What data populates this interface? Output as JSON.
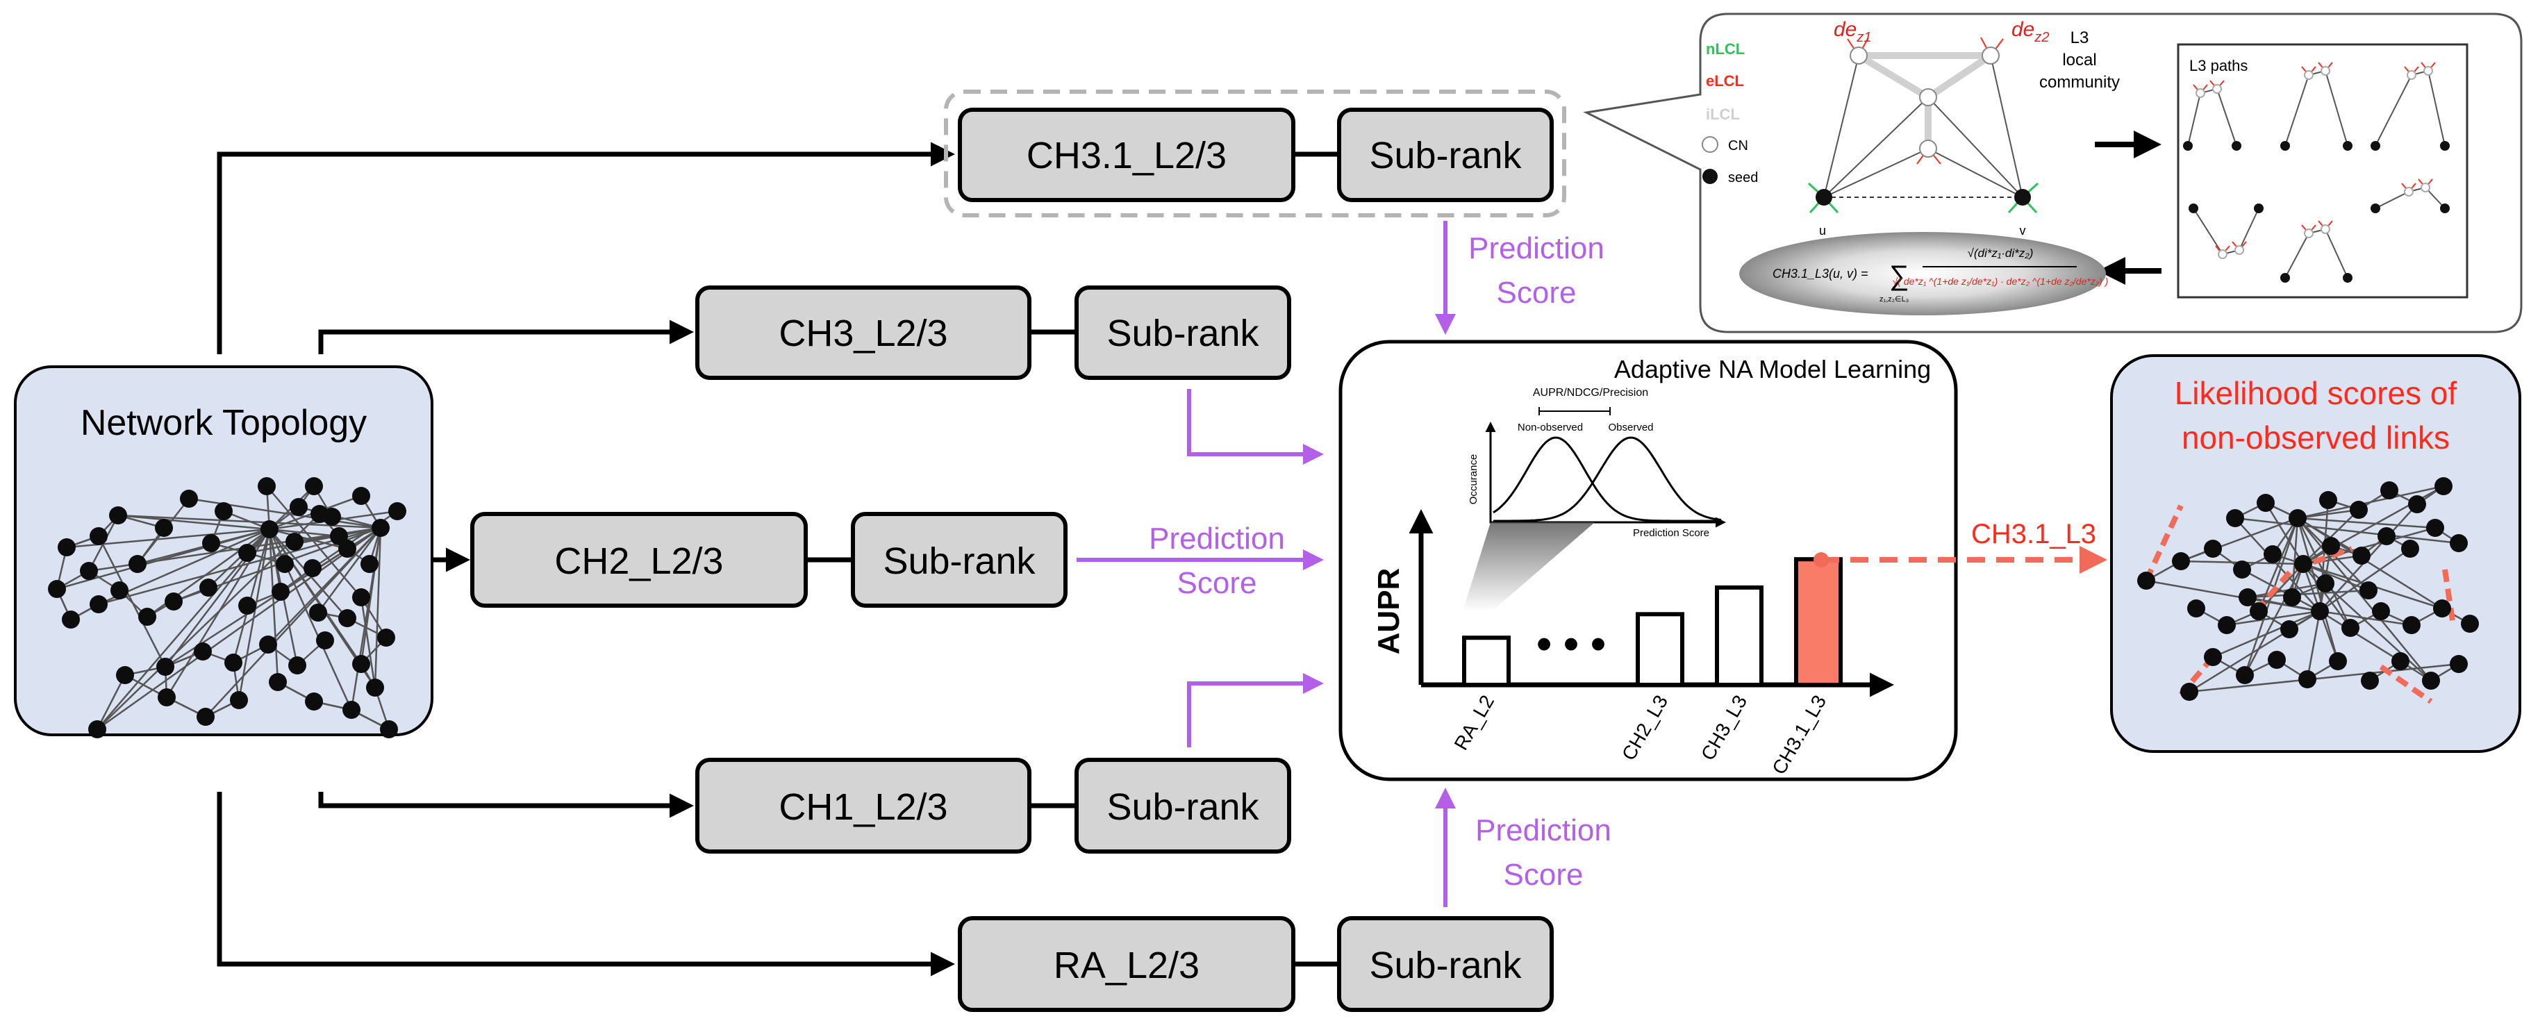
{
  "colors": {
    "box_fill": "#d4d4d4",
    "topology_fill": "#dbe3f2",
    "purple": "#b45fe8",
    "red_text": "#ff2a1a",
    "highlight_bar": "#f87c68",
    "dashed_arrow": "#f26b58",
    "green": "#2cc45a",
    "ink": "#000000"
  },
  "topology": {
    "title": "Network Topology"
  },
  "methods": {
    "ch31": {
      "label": "CH3.1_L2/3",
      "subrank": "Sub-rank"
    },
    "ch3": {
      "label": "CH3_L2/3",
      "subrank": "Sub-rank"
    },
    "ch2": {
      "label": "CH2_L2/3",
      "subrank": "Sub-rank"
    },
    "ch1": {
      "label": "CH1_L2/3",
      "subrank": "Sub-rank"
    },
    "ra": {
      "label": "RA_L2/3",
      "subrank": "Sub-rank"
    }
  },
  "flow_labels": {
    "top_line1": "Prediction",
    "top_line2": "Score",
    "mid_line1": "Prediction",
    "mid_line2": "Score",
    "bottom_line1": "Prediction",
    "bottom_line2": "Score"
  },
  "learning": {
    "title": "Adaptive NA Model Learning",
    "metric_label": "AUPR/NDCG/Precision",
    "nonobserved_label": "Non-observed",
    "observed_label": "Observed",
    "occurance_label": "Occurance",
    "prediction_score_label": "Prediction Score",
    "dots": "• • •"
  },
  "chart_data": {
    "type": "bar",
    "ylabel": "AUPR",
    "categories": [
      "RA_L2",
      "CH2_L3",
      "CH3_L3",
      "CH3.1_L3"
    ],
    "values": [
      0.3,
      0.45,
      0.62,
      0.8
    ],
    "highlight": "CH3.1_L3"
  },
  "selected_model": "CH3.1_L3",
  "result": {
    "title_line1": "Likelihood scores of",
    "title_line2": "non-observed links"
  },
  "l3_panel": {
    "legend_nlcl": "nLCL",
    "legend_elcl": "eLCL",
    "legend_ilcl": "iLCL",
    "legend_cn": "CN",
    "legend_seed": "seed",
    "title_line1": "L3",
    "title_line2": "local",
    "title_line3": "community",
    "paths_title": "L3 paths",
    "node_u": "u",
    "node_v": "v",
    "de_z1": "de",
    "de_z1_sub": "z1",
    "de_z2": "de",
    "de_z2_sub": "z2",
    "formula_lhs": "CH3.1_L3(u, v) =",
    "formula_sum": "∑",
    "formula_sub": "z₁,z₂∈L₃",
    "formula_num": "√(di*z₁·di*z₂)",
    "formula_den": "√( de*z₁ ^(1+de z₁/de*z₁) · de*z₂ ^(1+de z₂/de*z₂) )"
  }
}
